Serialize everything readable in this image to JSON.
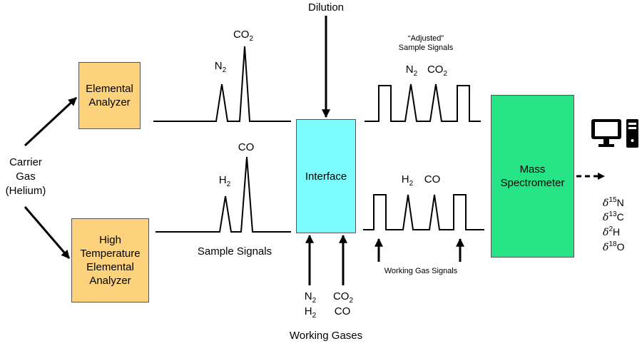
{
  "boxes": {
    "elemental_analyzer": [
      "Elemental",
      "Analyzer"
    ],
    "high_temp_analyzer": [
      "High",
      "Temperature",
      "Elemental",
      "Analyzer"
    ],
    "interface": "Interface",
    "mass_spectrometer": [
      "Mass",
      "Spectrometer"
    ]
  },
  "labels": {
    "dilution": "Dilution",
    "carrier_gas": [
      "Carrier",
      "Gas",
      "(Helium)"
    ],
    "sample_signals": "Sample Signals",
    "adjusted_title": [
      "“Adjusted”",
      "Sample Signals"
    ],
    "working_gas_signals": "Working Gas Signals",
    "working_gases": "Working Gases"
  },
  "species": {
    "n": "N",
    "c": "C",
    "h": "H",
    "o": "O",
    "co": "CO",
    "two": "2"
  },
  "isotopes": [
    {
      "delta": "δ",
      "mass": "15",
      "element": "N"
    },
    {
      "delta": "δ",
      "mass": "13",
      "element": "C"
    },
    {
      "delta": "δ",
      "mass": "2",
      "element": "H"
    },
    {
      "delta": "δ",
      "mass": "18",
      "element": "O"
    }
  ],
  "icons": {
    "computer": "computer-icon"
  }
}
